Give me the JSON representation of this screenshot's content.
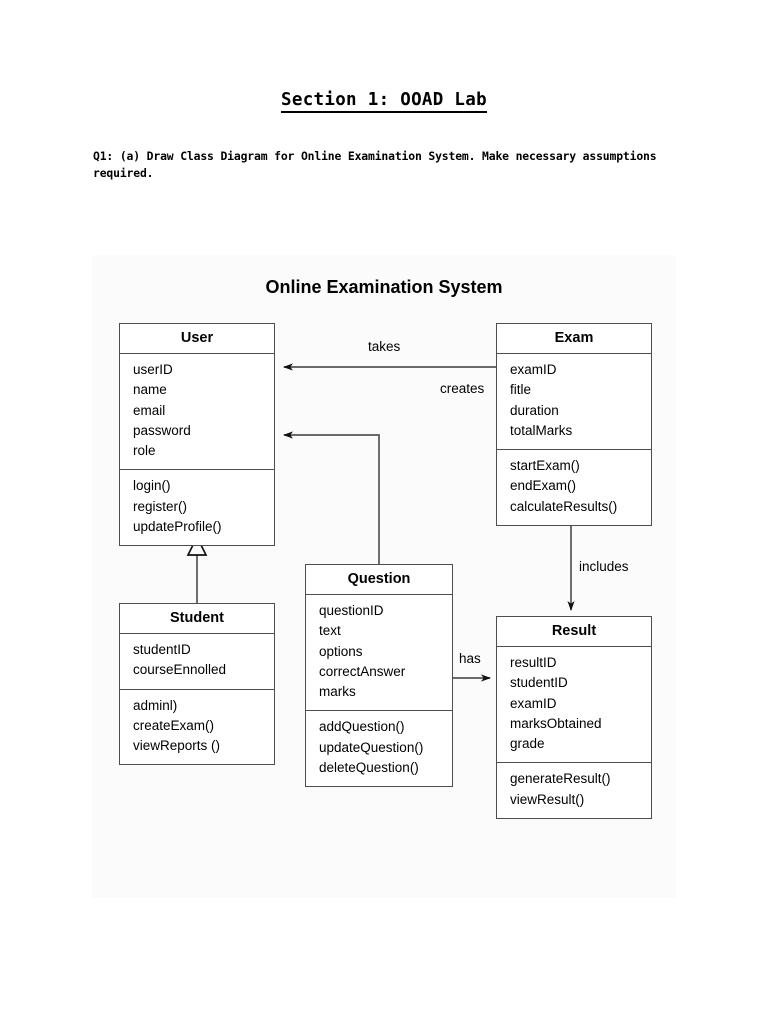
{
  "document": {
    "title": "Section 1: OOAD Lab",
    "question": "Q1: (a) Draw Class Diagram for Online Examination System. Make necessary assumptions required."
  },
  "diagram": {
    "title": "Online Examination System",
    "type": "uml-class-diagram",
    "classes": [
      {
        "name": "User",
        "attributes": [
          "userID",
          "name",
          "email",
          "password",
          "role"
        ],
        "methods": [
          "login()",
          "register()",
          "updateProfile()"
        ]
      },
      {
        "name": "Exam",
        "attributes": [
          "examID",
          "fitle",
          "duration",
          "totalMarks"
        ],
        "methods": [
          "startExam()",
          "endExam()",
          "calculateResults()"
        ]
      },
      {
        "name": "Student",
        "attributes": [
          "studentID",
          "courseEnnolled"
        ],
        "methods": [
          "adminl)",
          "createExam()",
          "viewReports ()"
        ]
      },
      {
        "name": "Question",
        "attributes": [
          "questionID",
          "text",
          "options",
          "correctAnswer",
          "marks"
        ],
        "methods": [
          "addQuestion()",
          "updateQuestion()",
          "deleteQuestion()"
        ]
      },
      {
        "name": "Result",
        "attributes": [
          "resultID",
          "studentID",
          "examID",
          "marksObtained",
          "grade"
        ],
        "methods": [
          "generateResult()",
          "viewResult()"
        ]
      }
    ],
    "relationships": [
      {
        "label": "takes",
        "from": "Exam",
        "to": "User",
        "kind": "association-arrow"
      },
      {
        "label": "creates",
        "from": "Exam",
        "to": "User",
        "kind": "association-arrow"
      },
      {
        "label": "includes",
        "from": "Exam",
        "to": "Result",
        "kind": "association-arrow"
      },
      {
        "label": "has",
        "from": "Question",
        "to": "Result",
        "kind": "association-arrow"
      },
      {
        "label": "",
        "from": "Student",
        "to": "User",
        "kind": "generalization"
      }
    ],
    "colors": {
      "panel_background": "#fbfbfb",
      "box_border": "#4d4d4d",
      "box_fill": "#ffffff",
      "line": "#555555",
      "text": "#000000"
    }
  }
}
